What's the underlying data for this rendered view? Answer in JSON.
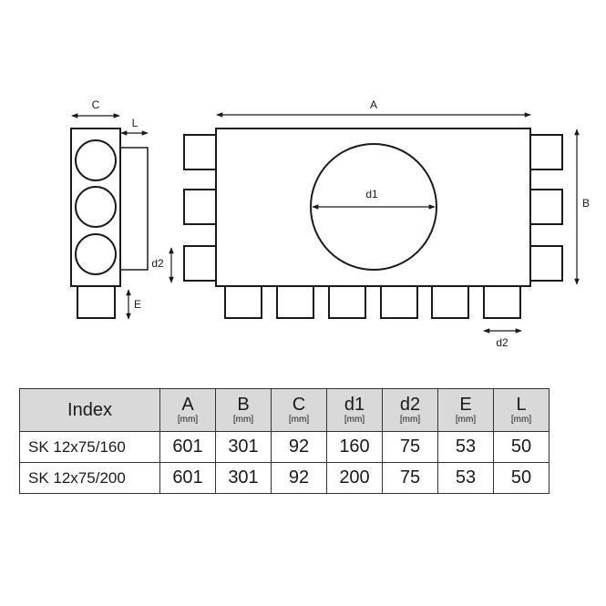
{
  "drawing": {
    "labels": {
      "A": "A",
      "B": "B",
      "C": "C",
      "L": "L",
      "d1": "d1",
      "d2_side": "d2",
      "d2_bottom": "d2",
      "E": "E"
    }
  },
  "table": {
    "index_header": "Index",
    "columns": [
      {
        "label": "A",
        "unit": "[mm]"
      },
      {
        "label": "B",
        "unit": "[mm]"
      },
      {
        "label": "C",
        "unit": "[mm]"
      },
      {
        "label": "d1",
        "unit": "[mm]"
      },
      {
        "label": "d2",
        "unit": "[mm]"
      },
      {
        "label": "E",
        "unit": "[mm]"
      },
      {
        "label": "L",
        "unit": "[mm]"
      }
    ],
    "rows": [
      {
        "index": "SK 12x75/160",
        "values": [
          "601",
          "301",
          "92",
          "160",
          "75",
          "53",
          "50"
        ]
      },
      {
        "index": "SK 12x75/200",
        "values": [
          "601",
          "301",
          "92",
          "200",
          "75",
          "53",
          "50"
        ]
      }
    ]
  }
}
